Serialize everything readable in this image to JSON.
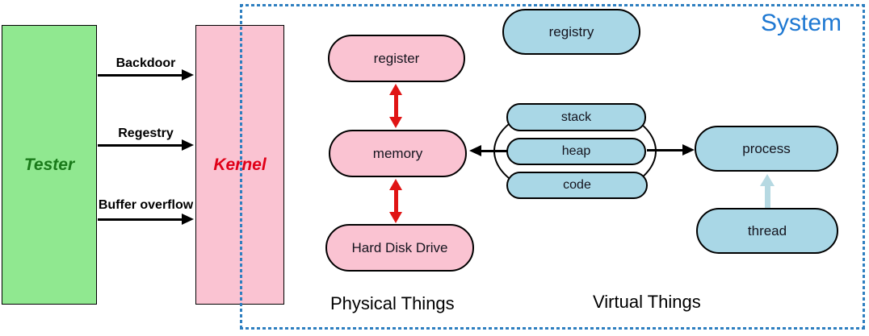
{
  "system": {
    "label": "System"
  },
  "tester": {
    "label": "Tester"
  },
  "kernel": {
    "label": "Kernel"
  },
  "attack_arrows": [
    {
      "label": "Backdoor"
    },
    {
      "label": "Regestry"
    },
    {
      "label": "Buffer overflow"
    }
  ],
  "physical": {
    "title": "Physical Things",
    "nodes": [
      {
        "label": "register"
      },
      {
        "label": "memory"
      },
      {
        "label": "Hard Disk Drive"
      }
    ]
  },
  "virtual": {
    "title": "Virtual Things",
    "nodes": [
      {
        "label": "registry"
      },
      {
        "label": "stack"
      },
      {
        "label": "heap"
      },
      {
        "label": "code"
      },
      {
        "label": "process"
      },
      {
        "label": "thread"
      }
    ]
  },
  "colors": {
    "system_accent": "#1E78D2",
    "system_border": "#2E7FC0",
    "tester_fill": "#90E890",
    "tester_text": "#1A7A1A",
    "kernel_fill": "#FAC3D2",
    "kernel_text": "#E00018",
    "physical_fill": "#FAC3D2",
    "virtual_fill": "#A9D7E6",
    "red_arrow": "#E01414",
    "pale_arrow": "#B6D9E2"
  }
}
